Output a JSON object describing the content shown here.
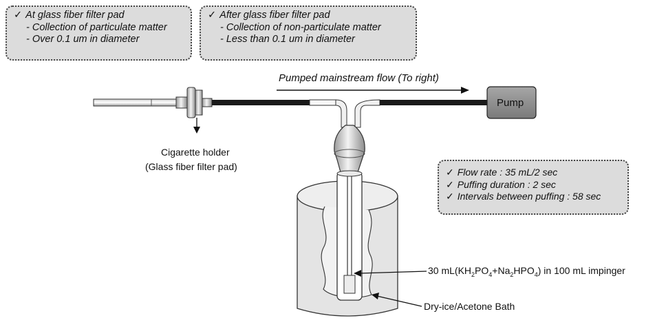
{
  "notes": {
    "left": {
      "title": "At glass fiber filter pad",
      "items": [
        "- Collection of particulate matter",
        "- Over 0.1 um in diameter"
      ]
    },
    "right": {
      "title": "After glass fiber filter pad",
      "items": [
        "- Collection of non-particulate matter",
        "- Less than 0.1 um in diameter"
      ]
    },
    "conditions": {
      "items": [
        "Flow rate : 35 mL/2 sec",
        "Puffing duration : 2 sec",
        "Intervals between puffing : 58 sec"
      ]
    },
    "check_symbol": "✓"
  },
  "flow_label": "Pumped  mainstream flow (To right)",
  "pump_label": "Pump",
  "holder_label": {
    "line1": "Cigarette holder",
    "line2": "(Glass fiber filter pad)"
  },
  "impinger_label": {
    "prefix": "30 mL(KH",
    "sub1": "2",
    "mid1": "PO",
    "sub2": "4",
    "mid2": "+Na",
    "sub3": "2",
    "mid3": "HPO",
    "sub4": "4",
    "suffix": ")  in 100 mL impinger"
  },
  "bath_label": "Dry-ice/Acetone Bath",
  "colors": {
    "note_bg": "#dcdcdc",
    "tube_dark": "#1a1a1a",
    "pump_fill": "#8a8a8a",
    "bath_fill": "#e4e4e4"
  }
}
